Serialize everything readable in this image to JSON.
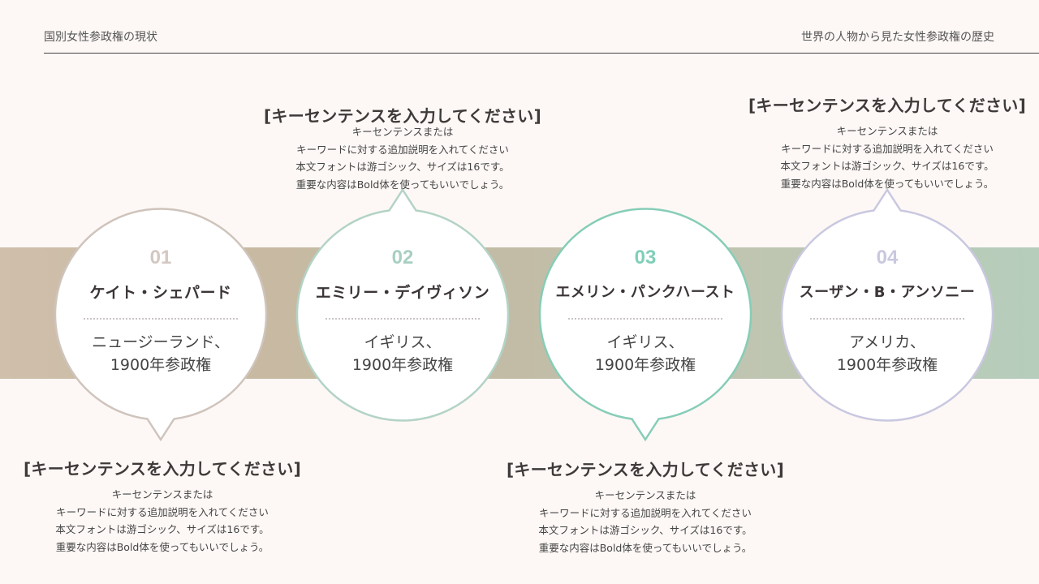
{
  "header": {
    "left_title": "国別女性参政権の現状",
    "right_title": "世界の人物から見た女性参政権の歴史"
  },
  "colors": {
    "background": "#fdf8f6",
    "band_start": "#cfbfab",
    "band_end": "#b6cdbc",
    "item1": "#cfc4bc",
    "item2": "#a8cfc0",
    "item3": "#7fcfb8",
    "item4": "#c9c8e0"
  },
  "items": [
    {
      "number": "01",
      "name": "ケイト・シェパード",
      "country_line1": "ニュージーランド、",
      "country_line2": "1900年参政権"
    },
    {
      "number": "02",
      "name": "エミリー・デイヴィソン",
      "country_line1": "イギリス、",
      "country_line2": "1900年参政権"
    },
    {
      "number": "03",
      "name": "エメリン・パンクハースト",
      "country_line1": "イギリス、",
      "country_line2": "1900年参政権"
    },
    {
      "number": "04",
      "name": "スーザン・B・アンソニー",
      "country_line1": "アメリカ、",
      "country_line2": "1900年参政権"
    }
  ],
  "callouts": [
    {
      "title": "[キーセンテンスを入力してください]",
      "lines": [
        "キーセンテンスまたは",
        "キーワードに対する追加説明を入れてください",
        "本文フォントは游ゴシック、サイズは16です。",
        "重要な内容はBold体を使ってもいいでしょう。"
      ]
    },
    {
      "title": "[キーセンテンスを入力してください]",
      "lines": [
        "キーセンテンスまたは",
        "キーワードに対する追加説明を入れてください",
        "本文フォントは游ゴシック、サイズは16です。",
        "重要な内容はBold体を使ってもいいでしょう。"
      ]
    },
    {
      "title": "[キーセンテンスを入力してください]",
      "lines": [
        "キーセンテンスまたは",
        "キーワードに対する追加説明を入れてください",
        "本文フォントは游ゴシック、サイズは16です。",
        "重要な内容はBold体を使ってもいいでしょう。"
      ]
    },
    {
      "title": "[キーセンテンスを入力してください]",
      "lines": [
        "キーセンテンスまたは",
        "キーワードに対する追加説明を入れてください",
        "本文フォントは游ゴシック、サイズは16です。",
        "重要な内容はBold体を使ってもいいでしょう。"
      ]
    }
  ]
}
